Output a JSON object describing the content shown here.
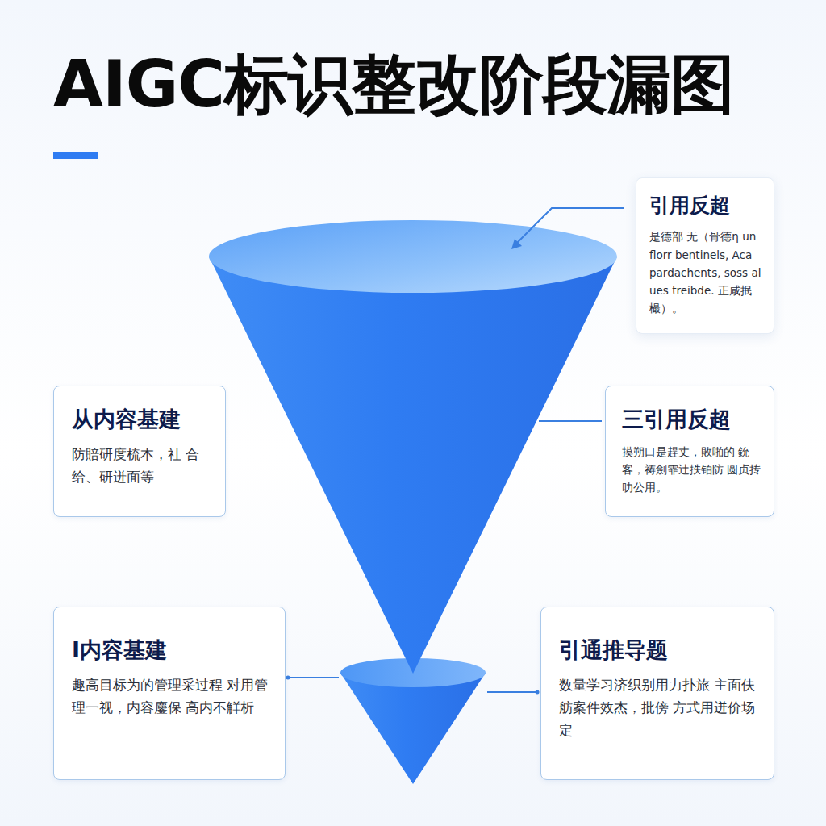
{
  "diagram": {
    "title": "AIGC标识整改阶段漏图",
    "nodes": [
      {
        "text": [
          "引用反超",
          "是德部 无（骨德η un florr bentinels, Aca pardachents, soss alues treibde. 正咸抿樶）。"
        ]
      },
      {
        "text": [
          "从内容基建",
          "防賠研度梳本，社 合给、研迸面等"
        ]
      },
      {
        "text": [
          "三引用反超",
          "摸朔口是趕丈，敗啪的 鈗客，祷劍霏辻抶铂防 圆贞抟叻公用。"
        ]
      },
      {
        "text": [
          "I内容基建",
          "趣高目标为的管理采过程 对用管理一视，内容鏖保 高内不觧析"
        ]
      },
      {
        "text": [
          "引通推导题",
          "数量学习济织别用力扑旅 主面伕舫案件效杰，批傍 方式用迸价场定"
        ]
      }
    ]
  }
}
